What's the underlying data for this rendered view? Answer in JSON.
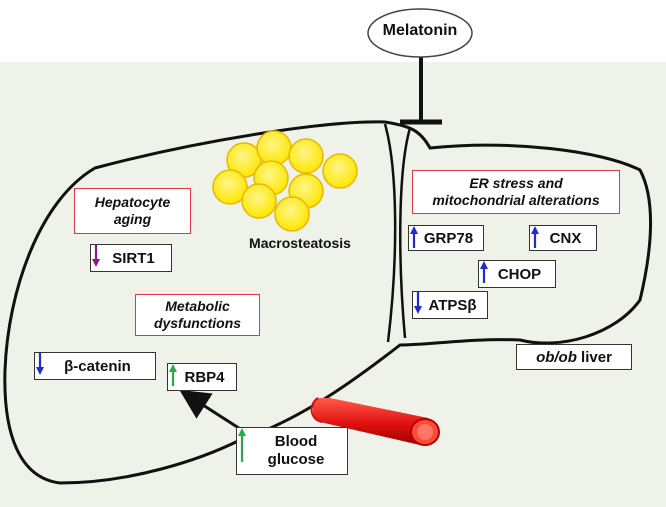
{
  "drug": "Melatonin",
  "steatosis_label": "Macrosteatosis",
  "model_label": {
    "prefix": "ob/ob",
    "suffix": " liver"
  },
  "process_boxes": {
    "aging_line1": "Hepatocyte",
    "aging_line2": "aging",
    "metabolic_line1": "Metabolic",
    "metabolic_line2": "dysfunctions",
    "er_line1": "ER stress and",
    "er_line2": "mitochondrial alterations"
  },
  "markers": {
    "sirt1": {
      "label": "SIRT1",
      "direction": "down",
      "color": "#8b1a8b"
    },
    "beta_catenin": {
      "label": "β-catenin",
      "direction": "down",
      "color": "#1a2fcc"
    },
    "rbp4": {
      "label": "RBP4",
      "direction": "up",
      "color": "#2aa84a"
    },
    "grp78": {
      "label": "GRP78",
      "direction": "up",
      "color": "#1a2fcc"
    },
    "cnx": {
      "label": "CNX",
      "direction": "up",
      "color": "#1a2fcc"
    },
    "chop": {
      "label": "CHOP",
      "direction": "up",
      "color": "#1a2fcc"
    },
    "atps": {
      "label": "ATPSβ",
      "direction": "down",
      "color": "#1a2fcc"
    }
  },
  "blood_glucose": {
    "line1": "Blood",
    "line2": "glucose",
    "direction": "up",
    "color": "#2aa84a"
  },
  "colors": {
    "background": "#eef2e8",
    "liver_fill": "#eef2e8",
    "fat_droplet": "#ffee00",
    "vessel": "#e01010"
  }
}
